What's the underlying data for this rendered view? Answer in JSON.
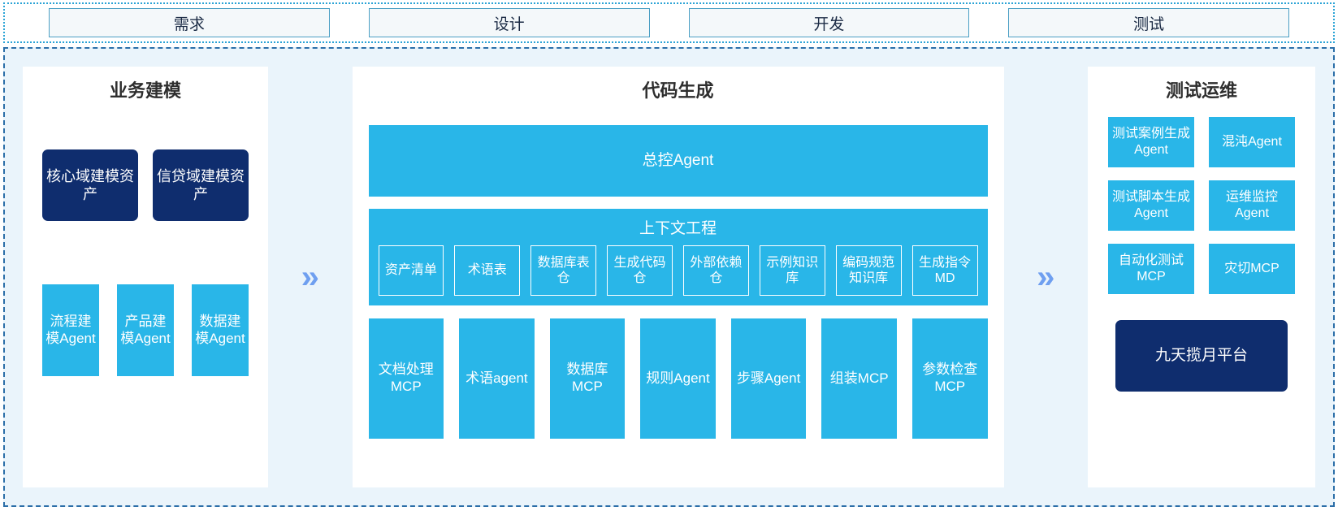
{
  "phases": {
    "items": [
      {
        "label": "需求"
      },
      {
        "label": "设计"
      },
      {
        "label": "开发"
      },
      {
        "label": "测试"
      }
    ]
  },
  "separators": {
    "chevron_glyph": "»",
    "chevron_color": "#6f9ff0",
    "icon_name": "double-chevron-right-icon"
  },
  "colors": {
    "accent_blue": "#29b6e8",
    "navy": "#0f2d6e",
    "frame_border": "#2b6ea8",
    "frame_background": "#eaf4fb",
    "phase_border": "#2aa3d6",
    "panel_background": "#ffffff"
  },
  "left_panel": {
    "title": "业务建模",
    "assets": [
      {
        "label": "核心域建模资产"
      },
      {
        "label": "信贷域建模资产"
      }
    ],
    "agents": [
      {
        "label": "流程建模Agent"
      },
      {
        "label": "产品建模Agent"
      },
      {
        "label": "数据建模Agent"
      }
    ]
  },
  "center_panel": {
    "title": "代码生成",
    "master_agent": "总控Agent",
    "context_engineering": {
      "title": "上下文工程",
      "items": [
        {
          "label": "资产清单"
        },
        {
          "label": "术语表"
        },
        {
          "label": "数据库表仓"
        },
        {
          "label": "生成代码仓"
        },
        {
          "label": "外部依赖仓"
        },
        {
          "label": "示例知识库"
        },
        {
          "label": "编码规范知识库"
        },
        {
          "label": "生成指令MD"
        }
      ]
    },
    "tools": [
      {
        "label": "文档处理MCP"
      },
      {
        "label": "术语agent"
      },
      {
        "label": "数据库MCP"
      },
      {
        "label": "规则Agent"
      },
      {
        "label": "步骤Agent"
      },
      {
        "label": "组装MCP"
      },
      {
        "label": "参数检查MCP"
      }
    ]
  },
  "right_panel": {
    "title": "测试运维",
    "items": [
      {
        "label": "测试案例生成Agent"
      },
      {
        "label": "混沌Agent"
      },
      {
        "label": "测试脚本生成Agent"
      },
      {
        "label": "运维监控Agent"
      },
      {
        "label": "自动化测试MCP"
      },
      {
        "label": "灾切MCP"
      }
    ],
    "platform": "九天揽月平台"
  }
}
